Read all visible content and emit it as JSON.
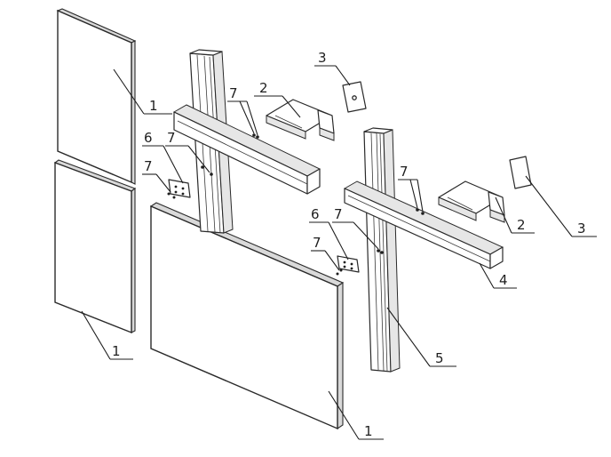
{
  "callouts": {
    "c1_top": "1",
    "c1_left": "1",
    "c1_bottom": "1",
    "c2_upper": "2",
    "c2_lower": "2",
    "c3_upper": "3",
    "c3_lower": "3",
    "c4": "4",
    "c5": "5",
    "c6_upper": "6",
    "c6_lower": "6",
    "c7_a": "7",
    "c7_b": "7",
    "c7_c": "7",
    "c7_d": "7",
    "c7_e": "7",
    "c7_f": "7"
  }
}
